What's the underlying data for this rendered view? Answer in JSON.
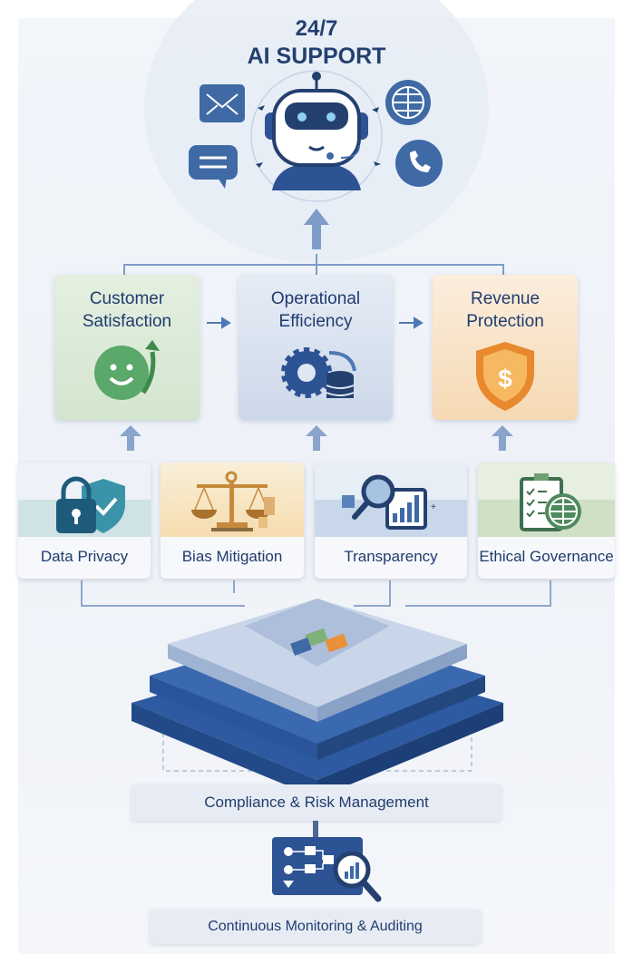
{
  "header": {
    "line1": "24/7",
    "line2": "AI SUPPORT",
    "icons": [
      "envelope-icon",
      "chat-icon",
      "globe-icon",
      "phone-icon",
      "robot-icon"
    ]
  },
  "outcomes": [
    {
      "label": "Customer Satisfaction",
      "icon": "smiley-growth-icon",
      "color": "#dcebd8"
    },
    {
      "label": "Operational Efficiency",
      "icon": "gear-database-icon",
      "color": "#d6e0ee"
    },
    {
      "label": "Revenue Protection",
      "icon": "dollar-shield-icon",
      "color": "#f8e2c8"
    }
  ],
  "pillars": [
    {
      "label": "Data Privacy",
      "icon": "lock-shield-icon"
    },
    {
      "label": "Bias Mitigation",
      "icon": "scales-icon"
    },
    {
      "label": "Transparency",
      "icon": "magnifier-chart-icon"
    },
    {
      "label": "Ethical Governance",
      "icon": "checklist-globe-icon"
    }
  ],
  "foundation": {
    "label": "Compliance & Risk Management",
    "icon": "puzzle-stack-icon"
  },
  "monitoring": {
    "label": "Continuous Monitoring & Auditing",
    "icon": "flowchart-magnifier-icon"
  }
}
